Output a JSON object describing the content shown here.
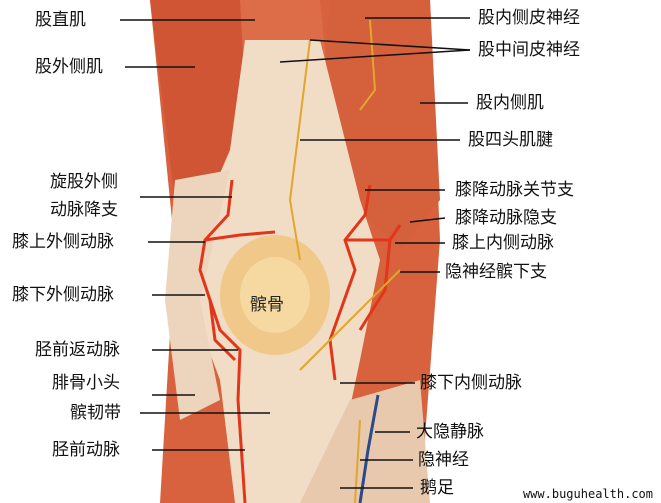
{
  "title": "膝关节前面血管神经",
  "center_label": "髌骨",
  "left_labels": [
    "股直肌",
    "股外侧肌",
    "旋股外侧",
    "动脉降支",
    "膝上外侧动脉",
    "膝下外侧动脉",
    "胫前返动脉",
    "腓骨小头",
    "髌韧带",
    "胫前动脉"
  ],
  "right_labels": [
    "股内侧皮神经",
    "股中间皮神经",
    "股内侧肌",
    "股四头肌腱",
    "膝降动脉关节支",
    "膝降动脉隐支",
    "膝上内侧动脉",
    "隐神经髌下支",
    "膝下内侧动脉",
    "大隐静脉",
    "隐神经",
    "鹅足"
  ],
  "watermark": "www.buguhealth.com",
  "colors": {
    "muscle": "#d8623e",
    "tendon": "#f1dcc6",
    "patella": "#f0c98a",
    "artery": "#e2361a",
    "nerve": "#e2a62a",
    "vein": "#2a4a8a"
  }
}
